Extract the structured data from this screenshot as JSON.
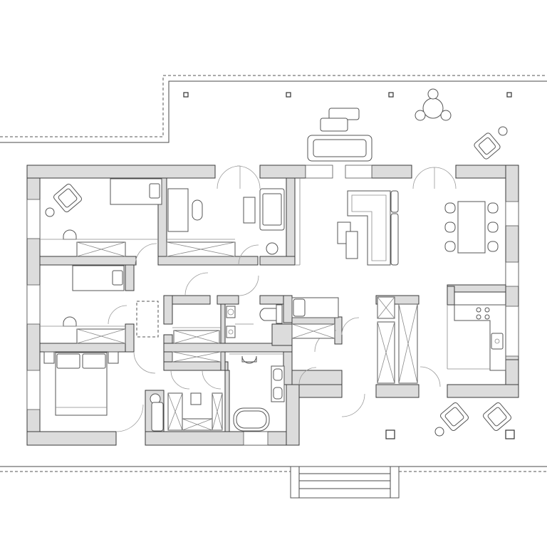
{
  "drawing": {
    "kind": "architectural floor plan",
    "style": "monochrome line drawing",
    "text_labels": []
  },
  "colors": {
    "background": "#ffffff",
    "wall_fill": "#dcdcdc",
    "line": "#3a3a3a"
  },
  "rooms": [
    {
      "id": "bedroom-1",
      "furniture": [
        "armchair",
        "single-bed",
        "chair",
        "wardrobe"
      ]
    },
    {
      "id": "study",
      "furniture": [
        "desk",
        "chair",
        "wardrobe"
      ]
    },
    {
      "id": "hall",
      "furniture": [
        "armchair",
        "side-table",
        "cabinet"
      ]
    },
    {
      "id": "living-room",
      "furniture": [
        "corner-sofa",
        "coffee-table",
        "tv-cabinet"
      ]
    },
    {
      "id": "dining",
      "furniture": [
        "dining-table",
        "chair",
        "chair",
        "chair",
        "chair",
        "chair",
        "chair"
      ]
    },
    {
      "id": "bedroom-2",
      "furniture": [
        "single-bed",
        "chair",
        "wardrobe"
      ]
    },
    {
      "id": "corridor",
      "furniture": [
        "rug"
      ]
    },
    {
      "id": "wardrobe-closet",
      "furniture": [
        "wardrobe"
      ]
    },
    {
      "id": "wc",
      "furniture": [
        "toilet",
        "sink",
        "shower"
      ]
    },
    {
      "id": "utility",
      "furniture": [
        "bathtub",
        "washing-machine"
      ]
    },
    {
      "id": "kitchen",
      "furniture": [
        "counter",
        "cooktop",
        "sink",
        "pantry-cabinets"
      ]
    },
    {
      "id": "master-bedroom",
      "furniture": [
        "double-bed",
        "nightstand",
        "nightstand"
      ]
    },
    {
      "id": "dressing-room",
      "furniture": [
        "wardrobe",
        "bench"
      ]
    },
    {
      "id": "bathroom",
      "furniture": [
        "bathtub",
        "double-sink",
        "toilet"
      ]
    },
    {
      "id": "terrace",
      "furniture": [
        "sun-lounger",
        "sofa",
        "round-table",
        "armchair",
        "armchair",
        "armchair"
      ]
    }
  ]
}
